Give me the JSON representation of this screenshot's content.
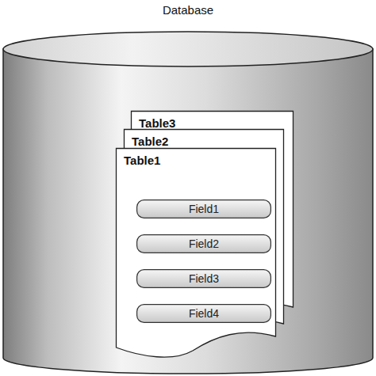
{
  "diagram": {
    "nodes": [
      {
        "text": [
          "Database"
        ]
      },
      {
        "text": [
          "Table3"
        ],
        "in": 0
      },
      {
        "text": [
          "Table2"
        ],
        "in": 0
      },
      {
        "text": [
          "Table1"
        ],
        "in": 0
      },
      {
        "text": [
          "Field1"
        ],
        "in": 3
      },
      {
        "text": [
          "Field2"
        ],
        "in": 3
      },
      {
        "text": [
          "Field3"
        ],
        "in": 3
      },
      {
        "text": [
          "Field4"
        ],
        "in": 3
      }
    ]
  }
}
